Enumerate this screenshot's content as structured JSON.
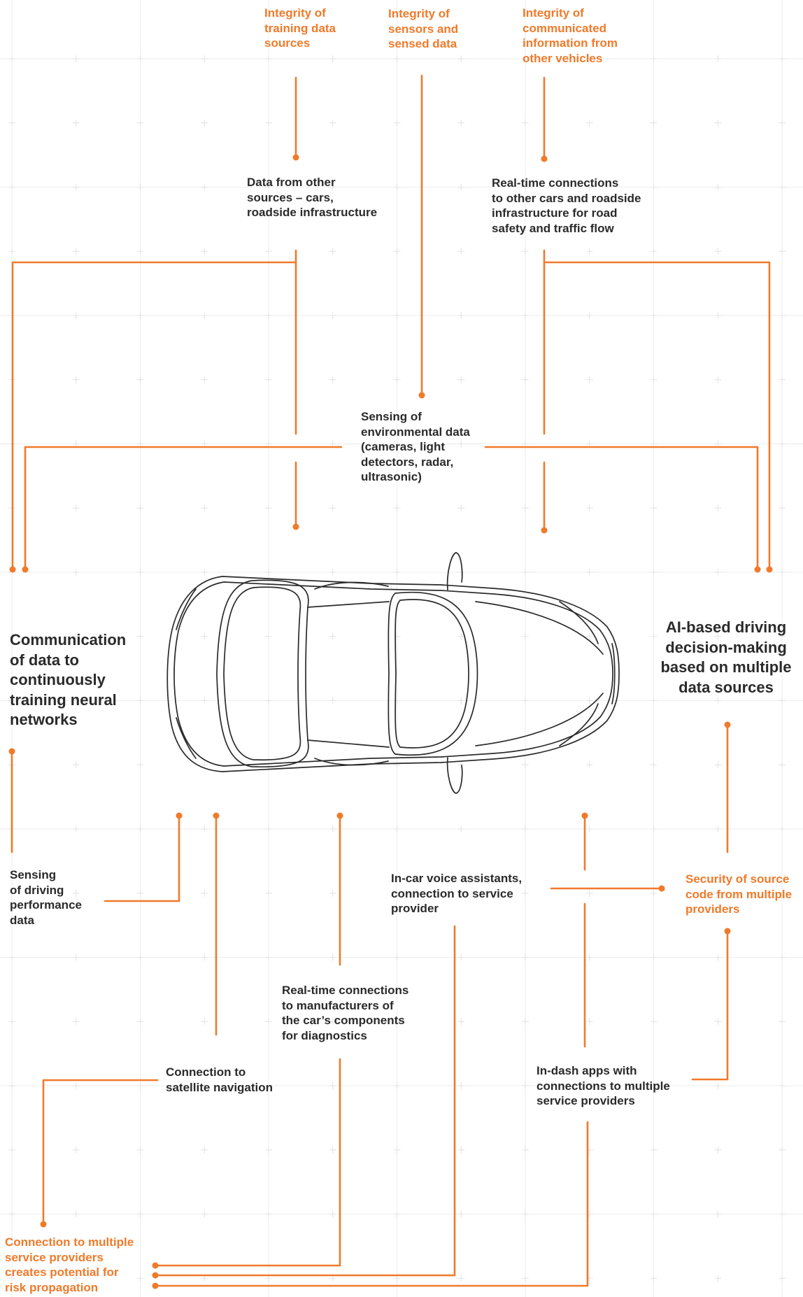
{
  "colors": {
    "accent": "#f07a2a",
    "text": "#2a2a2a",
    "grid": "#eeeeee",
    "car_outline": "#2a2a2a"
  },
  "risks": {
    "training_data": "Integrity of\ntraining data\nsources",
    "sensors": "Integrity of\nsensors and\nsensed data",
    "v2v": "Integrity of\ncommunicated\ninformation from\nother vehicles",
    "source_code": "Security of source\ncode from multiple\nproviders",
    "propagation": "Connection to multiple\nservice providers\ncreates potential for\nrisk propagation"
  },
  "sources": {
    "other_sources": "Data from other\nsources – cars,\nroadside infrastructure",
    "realtime_roadside": "Real-time connections\nto other cars and roadside\ninfrastructure for road\nsafety and traffic flow",
    "environmental": "Sensing of\nenvironmental data\n(cameras, light\ndetectors, radar,\nultrasonic)",
    "driving_performance": "Sensing\nof driving\nperformance\ndata",
    "voice_assistants": "In-car voice assistants,\nconnection to service\nprovider",
    "manufacturers": "Real-time connections\nto manufacturers of\nthe car’s components\nfor diagnostics",
    "satellite": "Connection to\nsatellite navigation",
    "in_dash_apps": "In-dash apps with\nconnections to multiple\nservice providers"
  },
  "functions": {
    "neural_training": "Communication\nof data to\ncontinuously\ntraining neural\nnetworks",
    "ai_decision": "AI-based driving\ndecision-making\nbased on multiple\ndata sources"
  }
}
